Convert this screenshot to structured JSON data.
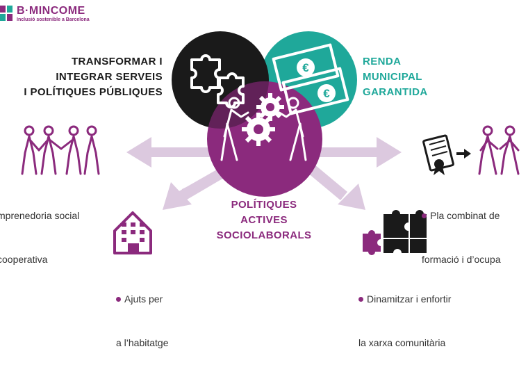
{
  "logo": {
    "title": "B·MINCOME",
    "subtitle": "Inclusió sostenible a Barcelona"
  },
  "headings": {
    "transform": [
      "TRANSFORMAR I",
      "INTEGRAR SERVEIS",
      "I POLÍTIQUES PÚBLIQUES"
    ],
    "renda": [
      "RENDA",
      "MUNICIPAL",
      "GARANTIDA"
    ],
    "politiques": [
      "POLÍTIQUES",
      "ACTIVES",
      "SOCIOLABORALS"
    ]
  },
  "outcomes": {
    "left": [
      "mprenedoria social",
      "cooperativa"
    ],
    "right": [
      "Pla combinat de",
      "formació i d’ocupa"
    ],
    "house": [
      "Ajuts per",
      "a l’habitatge"
    ],
    "network": [
      "Dinamitzar i enfortir",
      "la xarxa comunitària"
    ]
  },
  "colors": {
    "purple": "#8b2a7d",
    "teal": "#1fa89a",
    "black": "#1a1a1a",
    "arrow": "#dcc9df"
  },
  "icons": [
    "puzzle-icon",
    "euro-bills-icon",
    "gears-people-icon",
    "people-handshake-icon",
    "certificate-icon",
    "building-icon",
    "puzzle-network-icon"
  ]
}
